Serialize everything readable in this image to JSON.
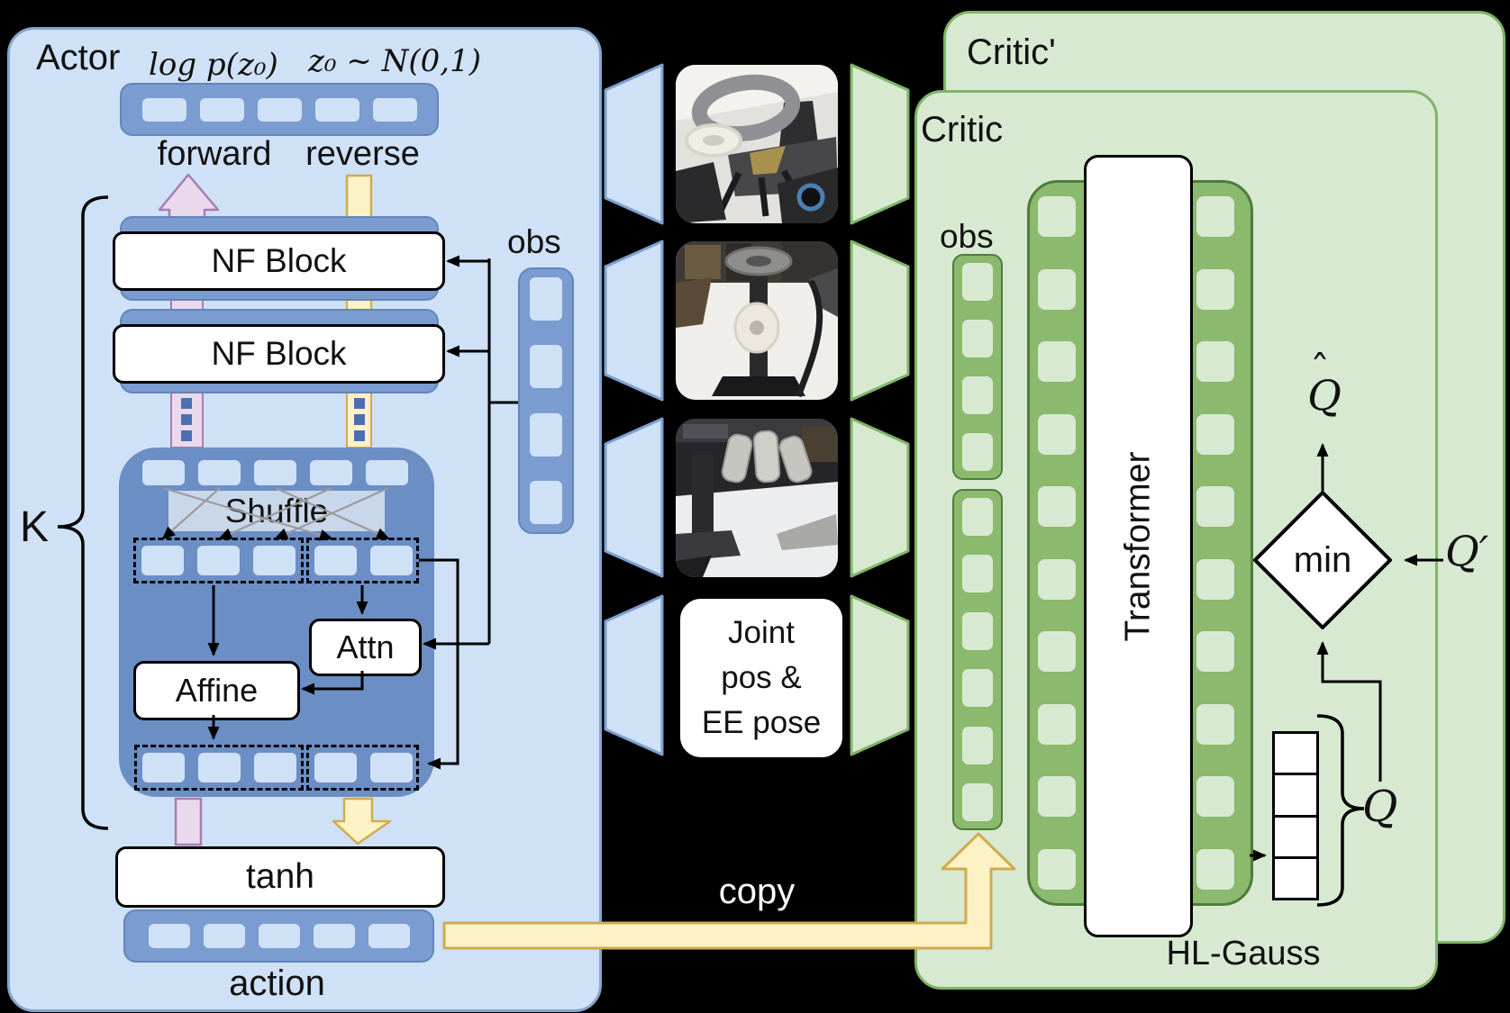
{
  "colors": {
    "actor_bg": "#cfe1f6",
    "actor_border": "#87a5c9",
    "bar_blue": "#7a9cd0",
    "inner_blue": "#6b8ec4",
    "token_blue": "#cfe1f6",
    "pink_fill": "#ead9ec",
    "pink_stroke": "#a97cb5",
    "yellow_fill": "#fdf2c6",
    "yellow_stroke": "#d0ab4e",
    "critic_bg": "#d8e9d2",
    "critic_border": "#7fb566",
    "green_bar": "#8bb96d",
    "green_border": "#4e7c3b",
    "background": "#000000"
  },
  "actor": {
    "title": "Actor",
    "math_log_prob": "log p(z₀)",
    "math_prior": "z₀ ~ N(0,1)",
    "forward_label": "forward",
    "reverse_label": "reverse",
    "nf_blocks": [
      "NF Block",
      "NF Block"
    ],
    "repeat_label": "K",
    "obs_label": "obs",
    "coupling": {
      "shuffle_label": "Shuffle",
      "attn_label": "Attn",
      "affine_label": "Affine"
    },
    "tanh_label": "tanh",
    "action_label": "action",
    "latent_tokens": 5,
    "obs_tokens": 4,
    "row_tokens": 5,
    "split_left_tokens": 3,
    "split_right_tokens": 2,
    "action_tokens": 5
  },
  "middle": {
    "state_box_lines": [
      "Joint",
      "pos &",
      "EE pose"
    ],
    "copy_label": "copy",
    "camera_images": 3
  },
  "critic": {
    "target_title": "Critic'",
    "title": "Critic",
    "obs_label": "obs",
    "transformer_label": "Transformer",
    "hl_gauss_label": "HL-Gauss",
    "min_label": "min",
    "q_hat_letter": "Q",
    "q_hat_accent": "ˆ",
    "q_prime_label": "Q′",
    "q_label": "Q",
    "obs_tokens_1": 4,
    "obs_tokens_2": 6,
    "transformer_tokens": 10,
    "hl_gauss_bins": 4
  }
}
